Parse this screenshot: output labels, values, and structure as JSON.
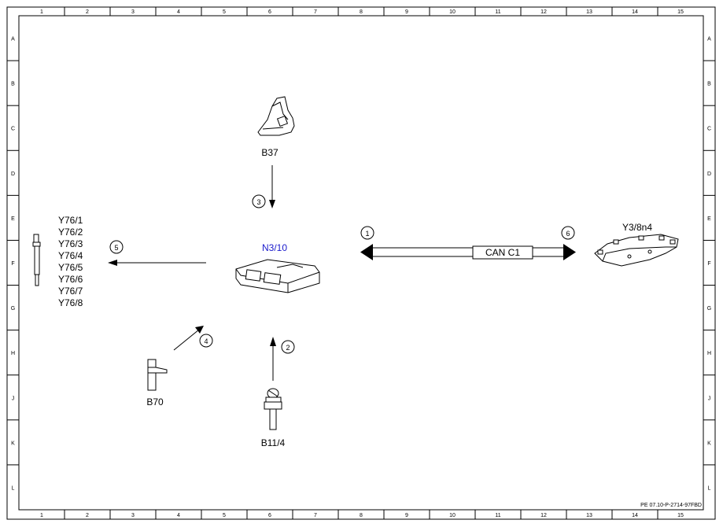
{
  "frame": {
    "columns": [
      "1",
      "2",
      "3",
      "4",
      "5",
      "6",
      "7",
      "8",
      "9",
      "10",
      "11",
      "12",
      "13",
      "14",
      "15"
    ],
    "rows": [
      "A",
      "B",
      "C",
      "D",
      "E",
      "F",
      "G",
      "H",
      "J",
      "K",
      "L"
    ]
  },
  "components": {
    "ecu": "N3/10",
    "pedal": "B37",
    "crank_sensor": "B70",
    "coolant_sensor": "B11/4",
    "injectors": [
      "Y76/1",
      "Y76/2",
      "Y76/3",
      "Y76/4",
      "Y76/5",
      "Y76/6",
      "Y76/7",
      "Y76/8"
    ],
    "transmission_module": "Y3/8n4"
  },
  "bus": {
    "label": "CAN C1"
  },
  "signals": [
    "1",
    "2",
    "3",
    "4",
    "5",
    "6"
  ],
  "doc_ref": "PE 07.10-P-2714-97FBD",
  "colors": {
    "ecu_label": "#1a1acc",
    "line": "#000000"
  }
}
